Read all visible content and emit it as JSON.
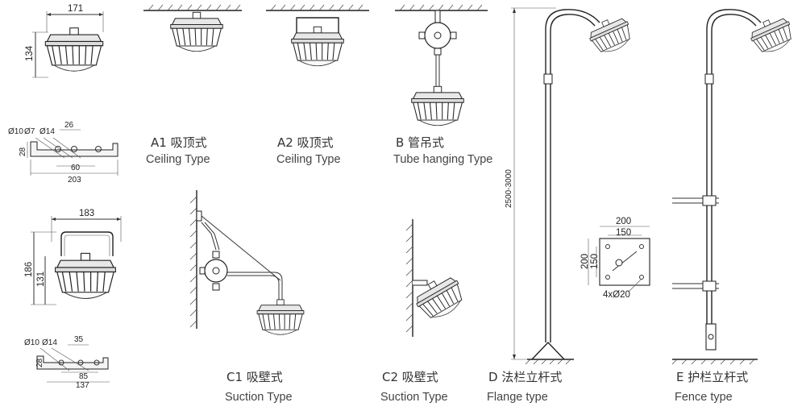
{
  "dimensions": {
    "front_width": "171",
    "front_height": "134",
    "bracket_d10": "Ø10",
    "bracket_d7": "Ø7",
    "bracket_d14": "Ø14",
    "bracket_26": "26",
    "bracket_28": "28",
    "bracket_60": "60",
    "bracket_203": "203",
    "side_width": "183",
    "side_186": "186",
    "side_131": "131",
    "b2_d10": "Ø10",
    "b2_d14": "Ø14",
    "b2_35": "35",
    "b2_28": "28",
    "b2_85": "85",
    "b2_137": "137",
    "pole_height": "2500-3000",
    "flange_200_h": "200",
    "flange_150_h": "150",
    "flange_200_v": "200",
    "flange_150_v": "150",
    "flange_holes": "4xØ20"
  },
  "captions": {
    "a1_zh": "A1 吸顶式",
    "a1_en": "Ceiling  Type",
    "a2_zh": "A2 吸顶式",
    "a2_en": "Ceiling  Type",
    "b_zh": "B 管吊式",
    "b_en": "Tube hanging Type",
    "c1_zh": "C1 吸壁式",
    "c1_en": "Suction Type",
    "c2_zh": "C2 吸壁式",
    "c2_en": "Suction Type",
    "d_zh": "D 法栏立杆式",
    "d_en": "Flange type",
    "e_zh": "E 护栏立杆式",
    "e_en": "Fence type"
  }
}
